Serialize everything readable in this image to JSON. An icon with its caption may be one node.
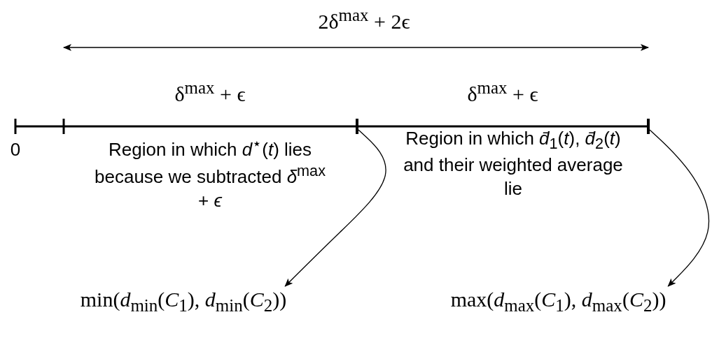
{
  "diagram": {
    "nodes": [
      {
        "text": [],
        "shape": "bar"
      },
      {
        "text": [],
        "shape": "bar"
      },
      {
        "text": [
          "min(*d*$_{min}$(*C*$_{1}$), *d*$_{min}$(*C*$_{2}$))"
        ]
      },
      {
        "text": [
          "max(*d*$_{max}$(*C*$_{1}$), *d*$_{max}$(*C*$_{2}$))"
        ]
      }
    ],
    "edges": [
      {
        "from": 0,
        "to": 2,
        "arrow": "to"
      },
      {
        "from": 1,
        "to": 3,
        "arrow": "to"
      }
    ],
    "labels": [
      "2δ$^{max}$ + 2ϵ",
      "δ$^{max}$ + ϵ",
      "δ$^{max}$ + ϵ",
      "0",
      "Region in which *d*$^{⋆}$(*t*) lies because we subtracted *δ*$^{max}$ + *ϵ*",
      "Region in which *d̄*$_{1}$(*t*), *d̄*$_{2}$(*t*) and their weighted average lie"
    ]
  }
}
